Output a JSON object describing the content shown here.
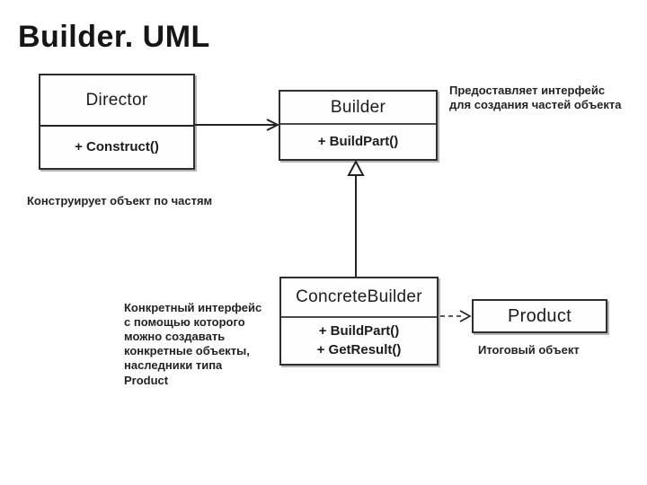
{
  "page": {
    "title": "Builder. UML"
  },
  "diagram": {
    "type": "uml-class-diagram",
    "pattern": "Builder",
    "classes": [
      {
        "name": "Director",
        "methods": [
          "+ Construct()"
        ]
      },
      {
        "name": "Builder",
        "methods": [
          "+ BuildPart()"
        ]
      },
      {
        "name": "ConcreteBuilder",
        "methods": [
          "+ BuildPart()",
          "+ GetResult()"
        ]
      },
      {
        "name": "Product",
        "methods": []
      }
    ],
    "relations": [
      {
        "from": "Director",
        "to": "Builder",
        "type": "association",
        "arrow": "open"
      },
      {
        "from": "ConcreteBuilder",
        "to": "Builder",
        "type": "inheritance",
        "arrow": "hollow-triangle"
      },
      {
        "from": "ConcreteBuilder",
        "to": "Product",
        "type": "dependency",
        "arrow": "open-dashed"
      }
    ],
    "annotations": {
      "builder_note": "Предоставляет интерфейс\nдля создания частей объекта",
      "director_note": "Конструирует объект по частям",
      "concrete_note": "Конкретный интерфейс\nс помощью которого\nможно создавать\nконкретные объекты,\nнаследники типа\nProduct",
      "product_note": "Итоговый объект"
    }
  },
  "colors": {
    "background": "#ffffff",
    "text": "#1c1c1c",
    "box_border": "#2e2e2e",
    "line": "#222222"
  }
}
